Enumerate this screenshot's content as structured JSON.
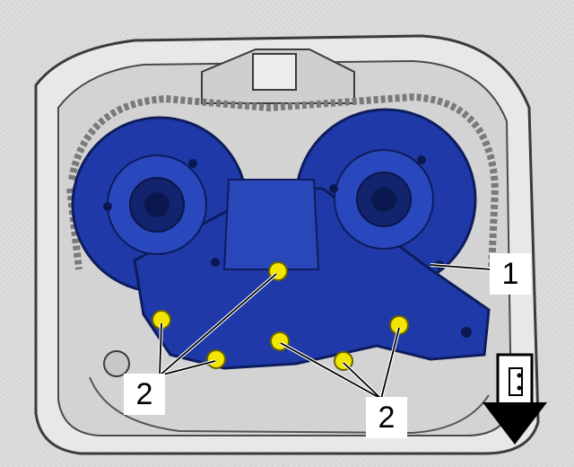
{
  "callouts": [
    {
      "id": "c1",
      "label": "1"
    },
    {
      "id": "c2a",
      "label": "2"
    },
    {
      "id": "c2b",
      "label": "2"
    }
  ],
  "icons": {
    "direction_arrow": "down-arrow-engine-front-icon"
  },
  "colors": {
    "component_blue": "#1f3aa8",
    "bolt_yellow": "#f2e600",
    "linework": "#3b3b3b",
    "background": "#d9d9d9"
  }
}
